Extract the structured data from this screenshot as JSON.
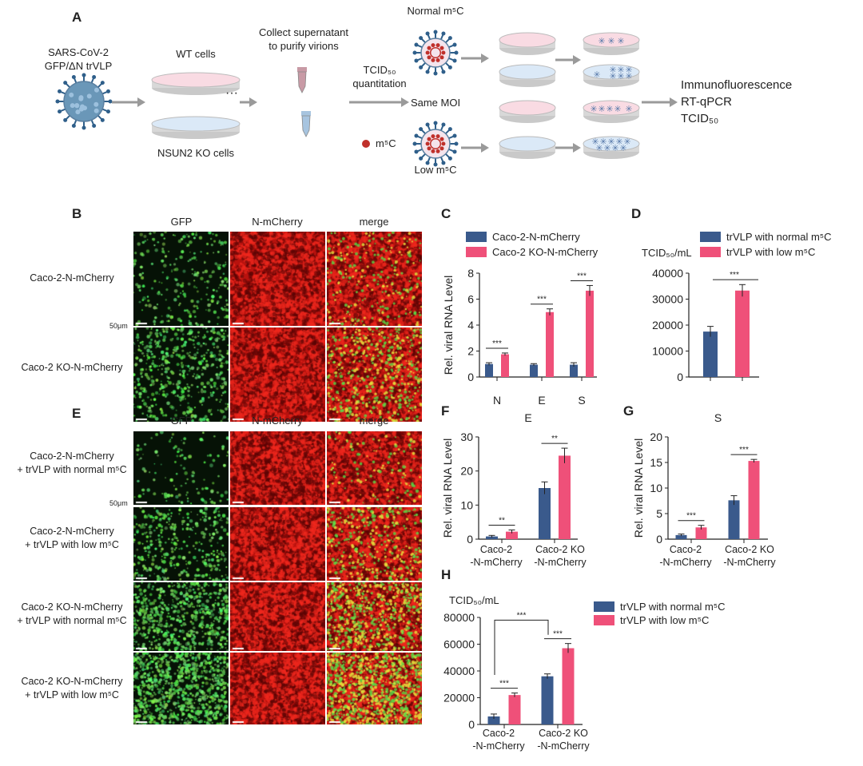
{
  "panel_labels": {
    "A": "A",
    "B": "B",
    "C": "C",
    "D": "D",
    "E": "E",
    "F": "F",
    "G": "G",
    "H": "H"
  },
  "colors": {
    "blue": "#3a5a8c",
    "pink": "#ef5079",
    "dish_pink": "#f9dbe3",
    "dish_blue": "#dbe9f7",
    "arrow": "#9a9a9a",
    "virus": "#6a97b8",
    "green": "#39d24a",
    "red": "#d8201a"
  },
  "diagram": {
    "virus_label_1": "SARS-CoV-2",
    "virus_label_2": "GFP/ΔN trVLP",
    "wt_cells": "WT cells",
    "ko_cells": "NSUN2 KO cells",
    "ellipsis": "···",
    "collect_1": "Collect supernatant",
    "collect_2": "to purify virions",
    "tcid_1": "TCID₅₀",
    "tcid_2": "quantitation",
    "same_moi": "Same MOI",
    "normal_m5c": "Normal m⁵C",
    "low_m5c": "Low m⁵C",
    "m5c_legend": "m⁵C",
    "readouts": [
      "Immunofluorescence",
      "RT-qPCR",
      "TCID₅₀"
    ]
  },
  "panel_b": {
    "columns": [
      "GFP",
      "N-mCherry",
      "merge"
    ],
    "rows": [
      "Caco-2-N-mCherry",
      "Caco-2 KO-N-mCherry"
    ],
    "scale_bar": "50μm"
  },
  "panel_e": {
    "columns": [
      "GFP",
      "N-mCherry",
      "merge"
    ],
    "rows": [
      [
        "Caco-2-N-mCherry",
        "+ trVLP with normal m⁵C"
      ],
      [
        "Caco-2-N-mCherry",
        "+ trVLP with low m⁵C"
      ],
      [
        "Caco-2 KO-N-mCherry",
        "+ trVLP with normal m⁵C"
      ],
      [
        "Caco-2 KO-N-mCherry",
        "+ trVLP with low m⁵C"
      ]
    ],
    "scale_bar": "50μm"
  },
  "chart_data": [
    {
      "id": "C",
      "type": "bar",
      "title": "",
      "ylabel": "Rel. viral RNA Level",
      "ylim": [
        0,
        8
      ],
      "yticks": [
        "0",
        "2",
        "4",
        "6",
        "8"
      ],
      "categories": [
        "N",
        "E",
        "S"
      ],
      "series": [
        {
          "name": "Caco-2-N-mCherry",
          "values": [
            1.0,
            0.95,
            0.95
          ],
          "errors": [
            0.1,
            0.08,
            0.15
          ]
        },
        {
          "name": "Caco-2 KO-N-mCherry",
          "values": [
            1.75,
            5.0,
            6.65
          ],
          "errors": [
            0.1,
            0.25,
            0.4
          ]
        }
      ],
      "significance": [
        "***",
        "***",
        "***"
      ],
      "legend": "top"
    },
    {
      "id": "D",
      "type": "bar",
      "title": "",
      "ylabel": "TCID₅₀/mL",
      "ylim": [
        0,
        40000
      ],
      "yticks": [
        "0",
        "10000",
        "20000",
        "30000",
        "40000"
      ],
      "categories": [
        "",
        ""
      ],
      "series": [
        {
          "name": "trVLP with normal m⁵C",
          "values": [
            17500
          ],
          "errors": [
            2000
          ]
        },
        {
          "name": "trVLP with low m⁵C",
          "values": [
            33300
          ],
          "errors": [
            2300
          ]
        }
      ],
      "significance": [
        "***"
      ],
      "legend": "top-right"
    },
    {
      "id": "F",
      "type": "bar",
      "title": "E",
      "ylabel": "Rel. viral RNA Level",
      "ylim": [
        0,
        30
      ],
      "yticks": [
        "0",
        "10",
        "20",
        "30"
      ],
      "categories": [
        "Caco-2\n-N-mCherry",
        "Caco-2 KO\n-N-mCherry"
      ],
      "series": [
        {
          "name": "trVLP with normal m⁵C",
          "values": [
            0.8,
            15
          ],
          "errors": [
            0.3,
            1.8
          ]
        },
        {
          "name": "trVLP with low m⁵C",
          "values": [
            2.2,
            24.5
          ],
          "errors": [
            0.5,
            2.2
          ]
        }
      ],
      "significance": [
        "**",
        "**"
      ]
    },
    {
      "id": "G",
      "type": "bar",
      "title": "S",
      "ylabel": "Rel. viral RNA Level",
      "ylim": [
        0,
        20
      ],
      "yticks": [
        "0",
        "5",
        "10",
        "15",
        "20"
      ],
      "categories": [
        "Caco-2\n-N-mCherry",
        "Caco-2 KO\n-N-mCherry"
      ],
      "series": [
        {
          "name": "trVLP with normal m⁵C",
          "values": [
            0.8,
            7.6
          ],
          "errors": [
            0.2,
            0.9
          ]
        },
        {
          "name": "trVLP with low m⁵C",
          "values": [
            2.3,
            15.3
          ],
          "errors": [
            0.4,
            0.3
          ]
        }
      ],
      "significance": [
        "***",
        "***"
      ]
    },
    {
      "id": "H",
      "type": "bar",
      "title": "",
      "ylabel": "TCID₅₀/mL",
      "ylim": [
        0,
        80000
      ],
      "yticks": [
        "0",
        "20000",
        "40000",
        "60000",
        "80000"
      ],
      "categories": [
        "Caco-2\n-N-mCherry",
        "Caco-2 KO\n-N-mCherry"
      ],
      "series": [
        {
          "name": "trVLP with normal m⁵C",
          "values": [
            6000,
            36000
          ],
          "errors": [
            1800,
            1800
          ]
        },
        {
          "name": "trVLP with low m⁵C",
          "values": [
            22000,
            57000
          ],
          "errors": [
            1500,
            3500
          ]
        }
      ],
      "significance": [
        "***",
        "***"
      ],
      "between_group_significance": "***",
      "legend": "right"
    }
  ]
}
